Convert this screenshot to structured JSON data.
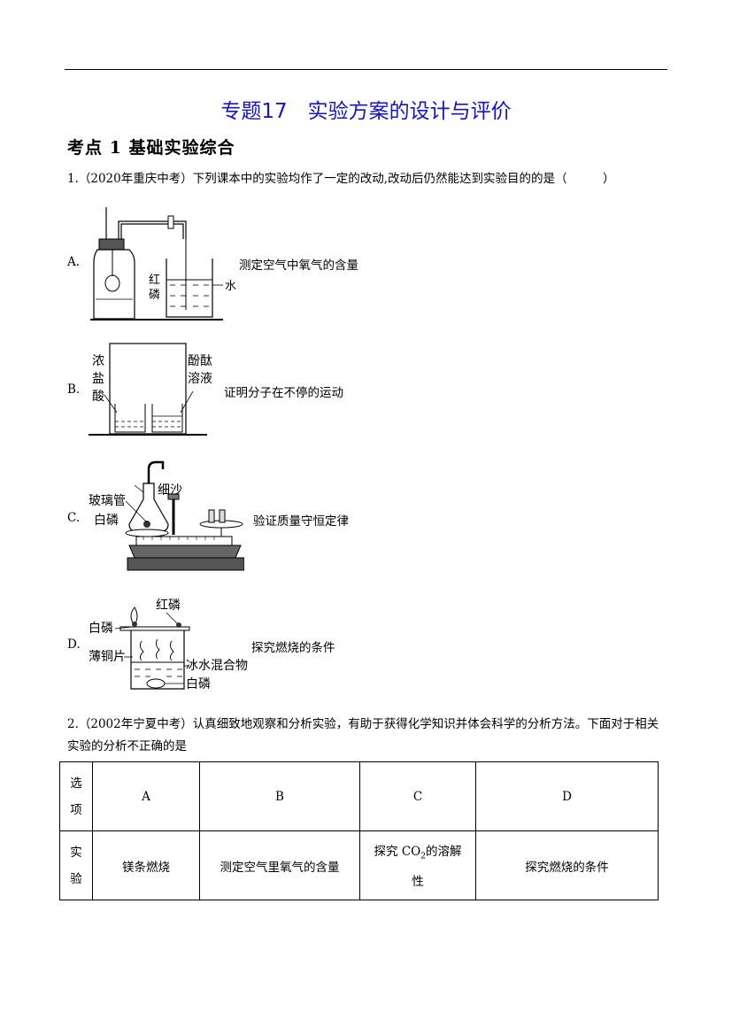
{
  "title": "专题17　实验方案的设计与评价",
  "section": "考点 1 基础实验综合",
  "q1": {
    "stem": "1.（2020年重庆中考）下列课本中的实验均作了一定的改动,改动后仍然能达到实验目的的是（　　　）",
    "options": [
      {
        "letter": "A.",
        "desc": "测定空气中氧气的含量",
        "labels": {
          "red_p_1": "红",
          "red_p_2": "磷",
          "water": "水"
        }
      },
      {
        "letter": "B.",
        "desc": "证明分子在不停的运动",
        "labels": {
          "left_1": "浓",
          "left_2": "盐",
          "left_3": "酸",
          "right_1": "酚酞",
          "right_2": "溶液"
        }
      },
      {
        "letter": "C.",
        "desc": "验证质量守恒定律",
        "labels": {
          "sand": "细沙",
          "glass_tube": "玻璃管",
          "white_p": "白磷"
        }
      },
      {
        "letter": "D.",
        "desc": "探究燃烧的条件",
        "labels": {
          "red_p": "红磷",
          "white_p_top": "白磷",
          "copper": "薄铜片",
          "ice_water": "冰水混合物",
          "white_p_bottom": "白磷"
        }
      }
    ]
  },
  "q2": {
    "stem": "2.（2002年宁夏中考）认真细致地观察和分析实验，有助于获得化学知识并体会科学的分析方法。下面对于相关实验的分析不正确的是",
    "table": {
      "header": {
        "c0_1": "选",
        "c0_2": "项",
        "a": "A",
        "b": "B",
        "c": "C",
        "d": "D"
      },
      "row": {
        "c0_1": "实",
        "c0_2": "验",
        "a": "镁条燃烧",
        "b": "测定空气里氧气的含量",
        "c_1": "探究 CO",
        "c_sub": "2",
        "c_2": "的溶解",
        "c_3": "性",
        "d": "探究燃烧的条件"
      }
    }
  }
}
